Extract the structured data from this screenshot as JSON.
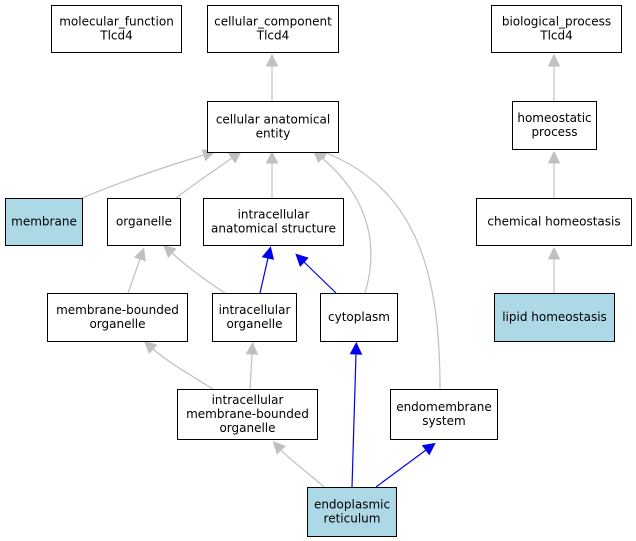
{
  "colors": {
    "highlight_fill": "#add8e6",
    "default_fill": "#ffffff",
    "is_a_edge": "#c0c0c0",
    "part_of_edge": "#0000ee"
  },
  "nodes": {
    "molecular_function": {
      "line1": "molecular_function",
      "line2": "Tlcd4",
      "line3": ""
    },
    "cellular_component": {
      "line1": "cellular_component",
      "line2": "Tlcd4",
      "line3": ""
    },
    "biological_process": {
      "line1": "biological_process",
      "line2": "Tlcd4",
      "line3": ""
    },
    "cellular_anatomical_entity": {
      "line1": "cellular anatomical",
      "line2": "entity",
      "line3": ""
    },
    "homeostatic_process": {
      "line1": "homeostatic",
      "line2": "process",
      "line3": ""
    },
    "membrane": {
      "line1": "membrane",
      "line2": "",
      "line3": ""
    },
    "organelle": {
      "line1": "organelle",
      "line2": "",
      "line3": ""
    },
    "intracellular_anatomical_structure": {
      "line1": "intracellular",
      "line2": "anatomical structure",
      "line3": ""
    },
    "chemical_homeostasis": {
      "line1": "chemical homeostasis",
      "line2": "",
      "line3": ""
    },
    "membrane_bounded_organelle": {
      "line1": "membrane-bounded",
      "line2": "organelle",
      "line3": ""
    },
    "intracellular_organelle": {
      "line1": "intracellular",
      "line2": "organelle",
      "line3": ""
    },
    "cytoplasm": {
      "line1": "cytoplasm",
      "line2": "",
      "line3": ""
    },
    "lipid_homeostasis": {
      "line1": "lipid homeostasis",
      "line2": "",
      "line3": ""
    },
    "intracellular_membrane_bounded_organelle": {
      "line1": "intracellular",
      "line2": "membrane-bounded",
      "line3": "organelle"
    },
    "endomembrane_system": {
      "line1": "endomembrane",
      "line2": "system",
      "line3": ""
    },
    "endoplasmic_reticulum": {
      "line1": "endoplasmic",
      "line2": "reticulum",
      "line3": ""
    }
  },
  "highlighted": [
    "membrane",
    "lipid_homeostasis",
    "endoplasmic_reticulum"
  ],
  "edges": [
    {
      "from": "cellular_anatomical_entity",
      "to": "cellular_component",
      "type": "is_a"
    },
    {
      "from": "homeostatic_process",
      "to": "biological_process",
      "type": "is_a"
    },
    {
      "from": "membrane",
      "to": "cellular_anatomical_entity",
      "type": "is_a"
    },
    {
      "from": "organelle",
      "to": "cellular_anatomical_entity",
      "type": "is_a"
    },
    {
      "from": "intracellular_anatomical_structure",
      "to": "cellular_anatomical_entity",
      "type": "is_a"
    },
    {
      "from": "cytoplasm",
      "to": "cellular_anatomical_entity",
      "type": "is_a"
    },
    {
      "from": "endomembrane_system",
      "to": "cellular_anatomical_entity",
      "type": "is_a"
    },
    {
      "from": "chemical_homeostasis",
      "to": "homeostatic_process",
      "type": "is_a"
    },
    {
      "from": "membrane_bounded_organelle",
      "to": "organelle",
      "type": "is_a"
    },
    {
      "from": "intracellular_organelle",
      "to": "organelle",
      "type": "is_a"
    },
    {
      "from": "intracellular_organelle",
      "to": "intracellular_anatomical_structure",
      "type": "part_of"
    },
    {
      "from": "cytoplasm",
      "to": "intracellular_anatomical_structure",
      "type": "part_of"
    },
    {
      "from": "lipid_homeostasis",
      "to": "chemical_homeostasis",
      "type": "is_a"
    },
    {
      "from": "intracellular_membrane_bounded_organelle",
      "to": "membrane_bounded_organelle",
      "type": "is_a"
    },
    {
      "from": "intracellular_membrane_bounded_organelle",
      "to": "intracellular_organelle",
      "type": "is_a"
    },
    {
      "from": "endoplasmic_reticulum",
      "to": "intracellular_membrane_bounded_organelle",
      "type": "is_a"
    },
    {
      "from": "endoplasmic_reticulum",
      "to": "cytoplasm",
      "type": "part_of"
    },
    {
      "from": "endoplasmic_reticulum",
      "to": "endomembrane_system",
      "type": "part_of"
    }
  ]
}
